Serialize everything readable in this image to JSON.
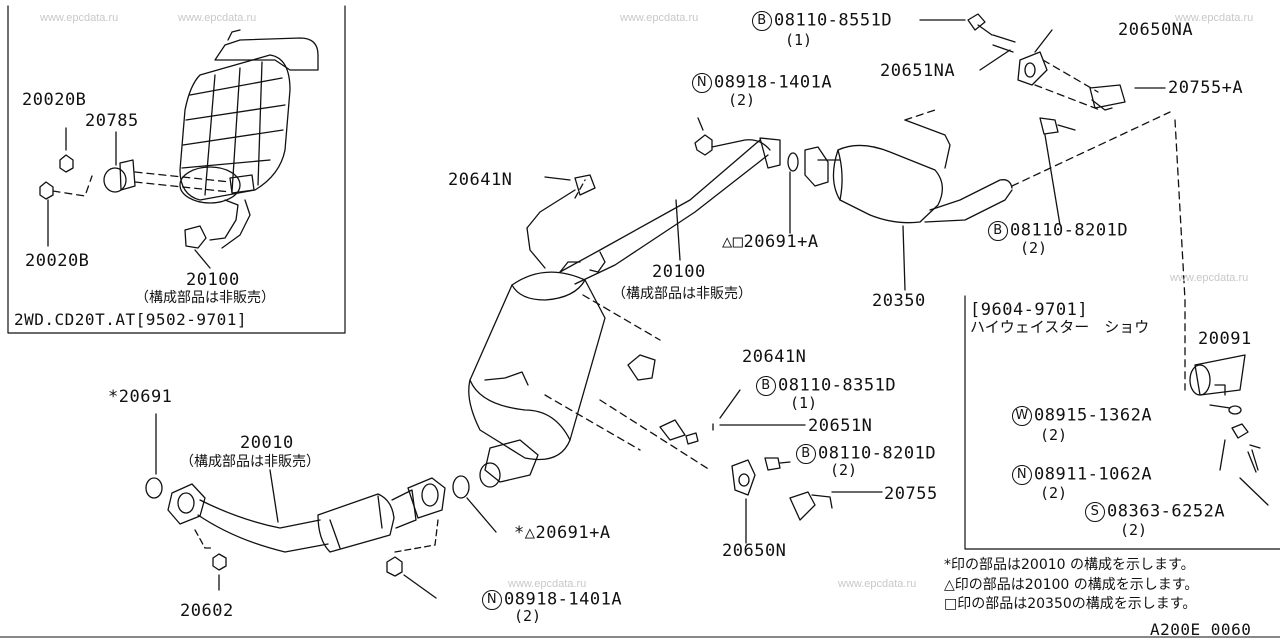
{
  "watermark": "www.epcdata.ru",
  "inset_left": {
    "variant": "2WD.CD20T.AT[9502-9701]",
    "parts": [
      "20020B",
      "20785",
      "20020B",
      "20100"
    ],
    "note": "（構成部品は非販売）"
  },
  "inset_right": {
    "header": "[9604-9701]",
    "subheader": "ハイウェイスター　ショウ",
    "parts": [
      {
        "no": "20091"
      },
      {
        "badge": "W",
        "no": "08915-1362A",
        "qty": "(2)"
      },
      {
        "badge": "N",
        "no": "08911-1062A",
        "qty": "(2)"
      },
      {
        "badge": "S",
        "no": "08363-6252A",
        "qty": "(2)"
      }
    ]
  },
  "main_labels": {
    "b_8551": {
      "badge": "B",
      "no": "08110-8551D",
      "qty": "(1)"
    },
    "p_20650NA": "20650NA",
    "p_20651NA": "20651NA",
    "p_20755A": "20755+A",
    "n_1401_top": {
      "badge": "N",
      "no": "08918-1401A",
      "qty": "(2)"
    },
    "p_20641N_top": "20641N",
    "p_20691A": "△□20691+A",
    "b_8201_top": {
      "badge": "B",
      "no": "08110-8201D",
      "qty": "(2)"
    },
    "p_20100": "20100",
    "p_20100_note": "（構成部品は非販売）",
    "p_20350": "20350",
    "p_20641N_mid": "20641N",
    "b_8351": {
      "badge": "B",
      "no": "08110-8351D",
      "qty": "(1)"
    },
    "p_20651N": "20651N",
    "b_8201_mid": {
      "badge": "B",
      "no": "08110-8201D",
      "qty": "(2)"
    },
    "p_20755": "20755",
    "p_20650N": "20650N",
    "p_star20691": "*20691",
    "p_20010": "20010",
    "p_20010_note": "（構成部品は非販売）",
    "p_20691_bottom": "*△20691+A",
    "p_20602": "20602",
    "n_1401_bottom": {
      "badge": "N",
      "no": "08918-1401A",
      "qty": "(2)"
    }
  },
  "legend": [
    "*印の部品は20010 の構成を示します。",
    "△印の部品は20100 の構成を示します。",
    "□印の部品は20350の構成を示します。"
  ],
  "diagram_code": "A200E 0060"
}
